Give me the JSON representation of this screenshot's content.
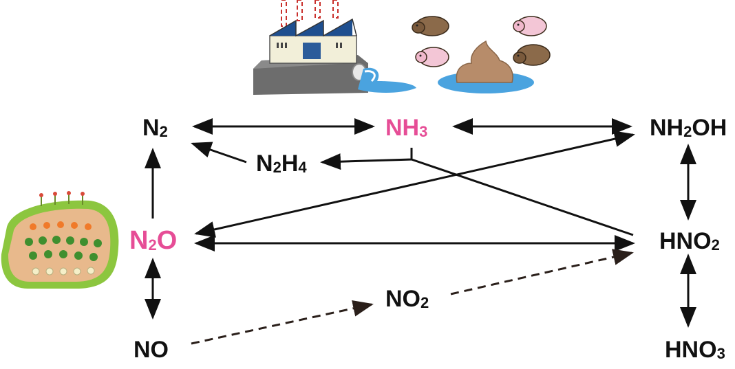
{
  "nodes": {
    "n2": {
      "text": "N",
      "sub": "2",
      "tail": ""
    },
    "nh3": {
      "text": "NH",
      "sub": "3",
      "tail": ""
    },
    "nh2oh": {
      "text": "NH",
      "sub": "2",
      "tail": "OH"
    },
    "n2h4": {
      "text": "N",
      "sub": "2",
      "tail": "H",
      "sub2": "4"
    },
    "n2o": {
      "text": "N",
      "sub": "2",
      "tail": "O"
    },
    "hno2": {
      "text": "HNO",
      "sub": "2",
      "tail": ""
    },
    "no2": {
      "text": "NO",
      "sub": "2",
      "tail": ""
    },
    "no": {
      "text": "NO",
      "sub": "",
      "tail": ""
    },
    "hno3": {
      "text": "HNO",
      "sub": "3",
      "tail": ""
    }
  },
  "colors": {
    "highlight": "#e64d96",
    "text": "#111111",
    "arrow": "#111111",
    "dashed_arrow": "#2a1f1a"
  },
  "illustrations": [
    "factory-icon",
    "pig-icon",
    "manure-icon",
    "farm-field-icon"
  ]
}
